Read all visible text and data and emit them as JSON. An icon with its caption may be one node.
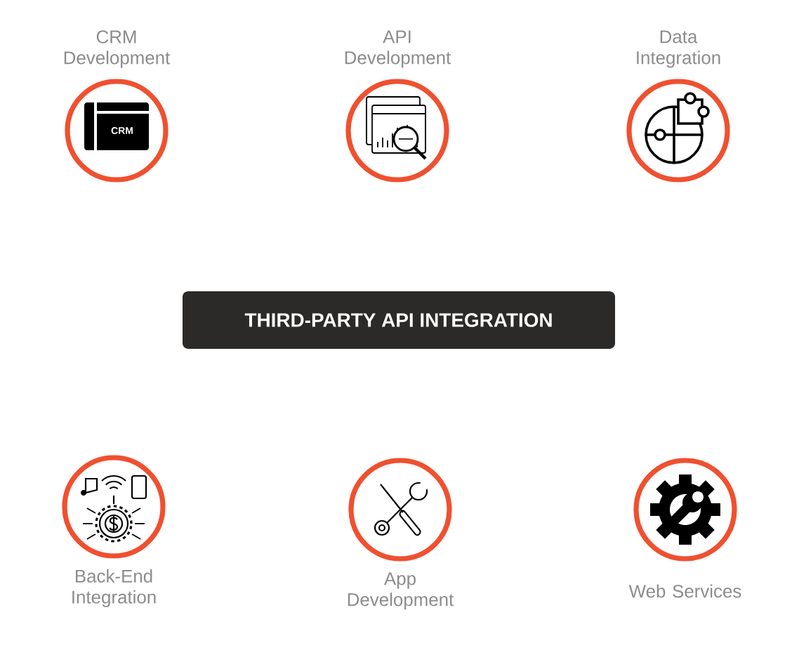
{
  "diagram": {
    "nodes": [
      {
        "text": [
          "THIRD-PARTY API INTEGRATION"
        ]
      },
      {
        "text": [],
        "shape": "circle",
        "beside": [
          "CRM Development"
        ]
      },
      {
        "text": [],
        "shape": "circle",
        "beside": [
          "API Development"
        ]
      },
      {
        "text": [],
        "shape": "circle",
        "beside": [
          "Data Integration"
        ]
      },
      {
        "text": [],
        "shape": "circle",
        "beside": [
          "Back-End Integration"
        ]
      },
      {
        "text": [],
        "shape": "circle",
        "beside": [
          "App Development"
        ]
      },
      {
        "text": [],
        "shape": "circle",
        "beside": [
          "Web Services"
        ]
      }
    ],
    "labels": [
      "CRM"
    ]
  }
}
